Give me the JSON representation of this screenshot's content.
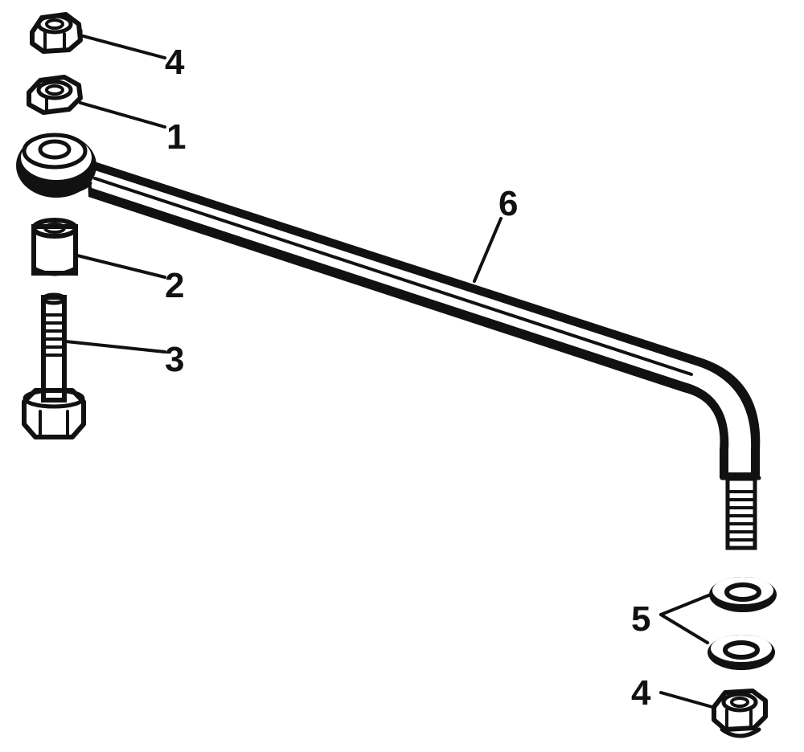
{
  "diagram": {
    "callouts": [
      {
        "id": "nut-top",
        "label": "4"
      },
      {
        "id": "nut-plain",
        "label": "1"
      },
      {
        "id": "spacer",
        "label": "2"
      },
      {
        "id": "bolt",
        "label": "3"
      },
      {
        "id": "link-rod",
        "label": "6"
      },
      {
        "id": "washers",
        "label": "5"
      },
      {
        "id": "nut-bottom",
        "label": "4"
      }
    ]
  },
  "colors": {
    "ink": "#111111",
    "paper": "#ffffff"
  }
}
